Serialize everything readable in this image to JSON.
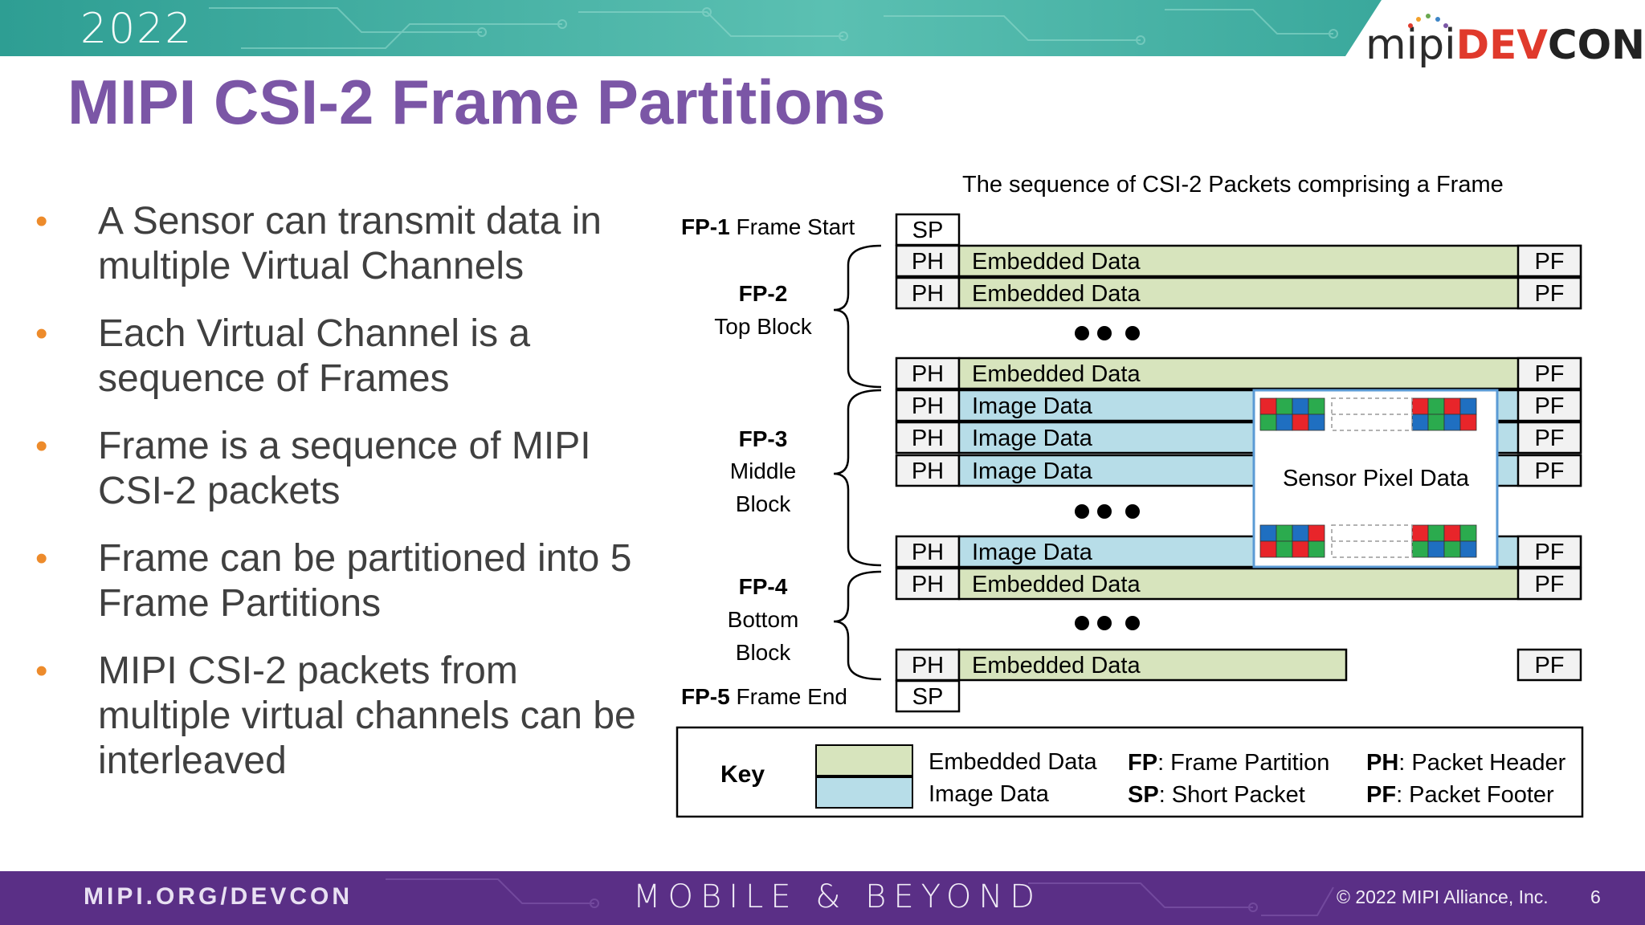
{
  "header": {
    "year": "2022",
    "logo_mipi": "mipi",
    "logo_dev": "DEV",
    "logo_con": "CON"
  },
  "slide": {
    "title": "MIPI CSI-2 Frame Partitions",
    "bullets": [
      "A Sensor can transmit data in multiple Virtual Channels",
      "Each Virtual Channel is a sequence of Frames",
      "Frame is a sequence of MIPI CSI-2 packets",
      "Frame can be partitioned into 5 Frame Partitions",
      "MIPI CSI-2 packets from multiple virtual channels can be interleaved"
    ]
  },
  "diagram": {
    "caption": "The sequence of  CSI-2 Packets comprising a Frame",
    "colors": {
      "embedded": "#d7e4bd",
      "image": "#b7dde8",
      "cell": "#f2f2f2",
      "bracket": "#000000"
    },
    "partitions": {
      "fp1": {
        "id": "FP-1",
        "name": "Frame Start"
      },
      "fp2": {
        "id": "FP-2",
        "l1": "Top Block"
      },
      "fp3": {
        "id": "FP-3",
        "l1": "Middle",
        "l2": "Block"
      },
      "fp4": {
        "id": "FP-4",
        "l1": "Bottom",
        "l2": "Block"
      },
      "fp5": {
        "id": "FP-5",
        "name": "Frame End"
      }
    },
    "rows": {
      "sp": "SP",
      "ph": "PH",
      "pf": "PF",
      "embedded": "Embedded Data",
      "image": "Image Data"
    },
    "pixel_box_label": "Sensor Pixel Data",
    "key": {
      "title": "Key",
      "embedded": "Embedded Data",
      "image": "Image Data",
      "fp_abbr": "FP",
      "fp_def": ": Frame Partition",
      "sp_abbr": "SP",
      "sp_def": ": Short Packet",
      "ph_abbr": "PH",
      "ph_def": ": Packet Header",
      "pf_abbr": "PF",
      "pf_def": ": Packet Footer"
    }
  },
  "footer": {
    "url": "MIPI.ORG/DEVCON",
    "tagline": "MOBILE & BEYOND",
    "copyright": "© 2022 MIPI Alliance, Inc.",
    "page": "6"
  }
}
